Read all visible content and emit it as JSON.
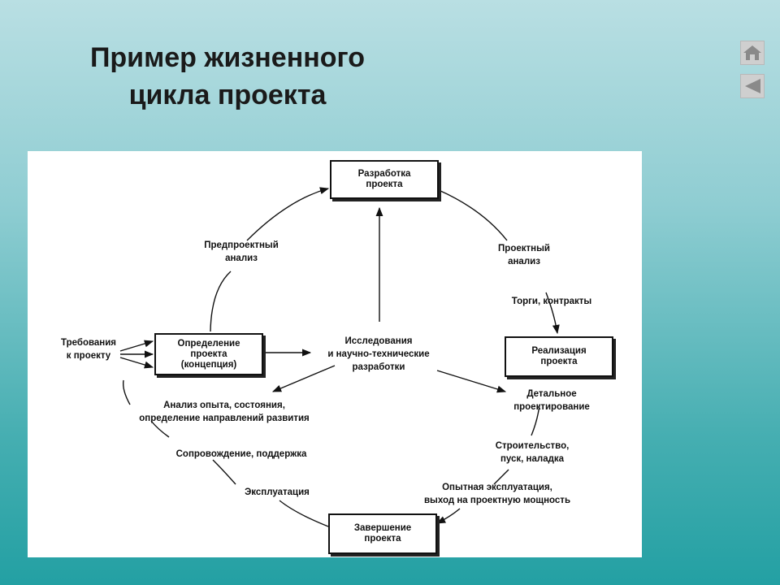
{
  "title": {
    "line1": "Пример жизненного",
    "line2": "цикла проекта"
  },
  "nav": {
    "home_icon": "home-icon",
    "back_icon": "back-arrow-icon"
  },
  "diagram": {
    "boxes": {
      "development": [
        "Разработка",
        "проекта"
      ],
      "definition": [
        "Определение",
        "проекта",
        "(концепция)"
      ],
      "implementation": [
        "Реализация",
        "проекта"
      ],
      "completion": [
        "Завершение",
        "проекта"
      ]
    },
    "labels": {
      "pre_project": [
        "Предпроектный",
        "анализ"
      ],
      "project_analysis": [
        "Проектный",
        "анализ"
      ],
      "tenders": "Торги, контракты",
      "requirements": [
        "Требования",
        "к проекту"
      ],
      "research": [
        "Исследования",
        "и научно-технические",
        "разработки"
      ],
      "detail_design": [
        "Детальное",
        "проектирование"
      ],
      "construction": [
        "Строительство,",
        "пуск, наладка"
      ],
      "trial": [
        "Опытная эксплуатация,",
        "выход на проектную мощность"
      ],
      "experience": [
        "Анализ опыта, состояния,",
        "определение направлений развития"
      ],
      "support": "Сопровождение, поддержка",
      "operation": "Эксплуатация"
    }
  }
}
